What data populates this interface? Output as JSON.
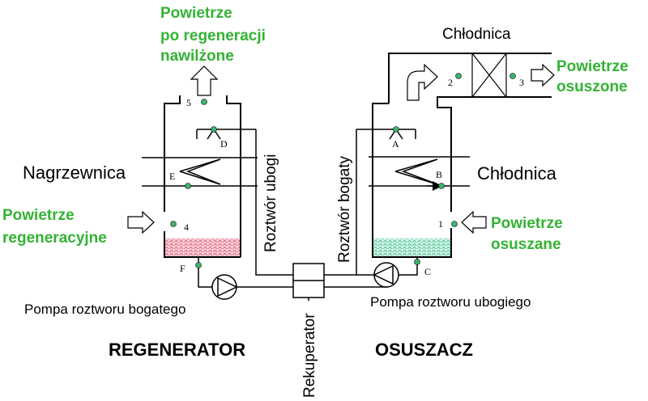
{
  "labels": {
    "air_after_regen_1": "Powietrze",
    "air_after_regen_2": "po regeneracji",
    "air_after_regen_3": "nawilżone",
    "cooler_top": "Chłodnica",
    "air_dried_1": "Powietrze",
    "air_dried_2": "osuszone",
    "heater": "Nagrzewnica",
    "cooler_right": "Chłodnica",
    "air_regen_1": "Powietrze",
    "air_regen_2": "regeneracyjne",
    "air_to_dry_1": "Powietrze",
    "air_to_dry_2": "osuszane",
    "weak_solution": "Roztwór ubogi",
    "rich_solution": "Roztwór bogaty",
    "pump_rich": "Pompa roztworu bogatego",
    "pump_weak": "Pompa roztworu ubogiego",
    "regenerator": "REGENERATOR",
    "dehumidifier": "OSUSZACZ",
    "recuperator": "Rekuperator"
  },
  "points": {
    "p1": "1",
    "p2": "2",
    "p3": "3",
    "p4": "4",
    "p5": "5",
    "pA": "A",
    "pB": "B",
    "pC": "C",
    "pD": "D",
    "pE": "E",
    "pF": "F"
  },
  "colors": {
    "green_text": "#33b333",
    "point_fill": "#3cb371",
    "regen_solution": "#e88a9a",
    "dryer_solution": "#7fd6b3"
  }
}
